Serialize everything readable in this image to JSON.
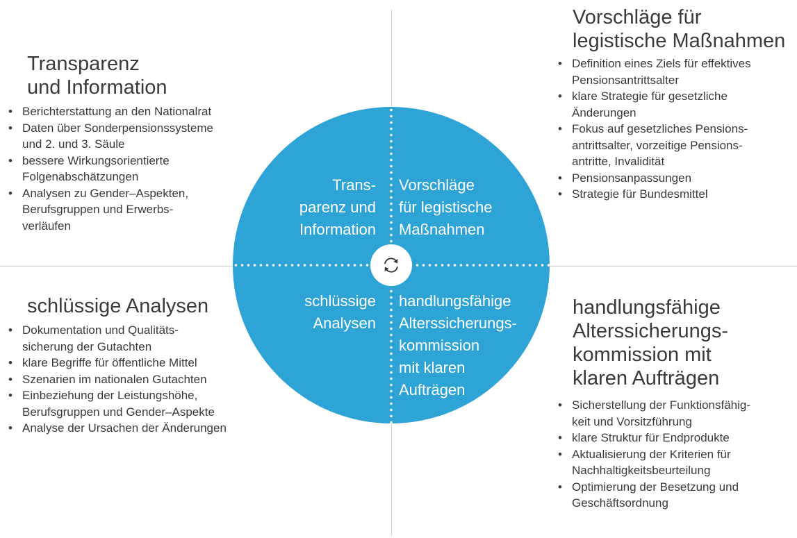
{
  "colors": {
    "circle": "#2ea3d6",
    "divider": "#cfcfcf",
    "text": "#3a3a3a"
  },
  "center": {
    "icon": "refresh-cycle-icon"
  },
  "circle": {
    "top_left": [
      "Trans-",
      "parenz und",
      "Information"
    ],
    "top_right": [
      "Vorschläge",
      "für legistische",
      "Maßnahmen"
    ],
    "bottom_left": [
      "schlüssige",
      "Analysen"
    ],
    "bottom_right": [
      "handlungsfähige",
      "Alterssicherungs-",
      "kommission",
      "mit klaren",
      "Aufträgen"
    ]
  },
  "quadrants": {
    "top_left": {
      "title": [
        "Transparenz",
        "und Information"
      ],
      "items": [
        [
          "Berichterstattung an den Nationalrat"
        ],
        [
          "Daten über Sonderpensionssysteme",
          "und 2. und 3. Säule"
        ],
        [
          "bessere Wirkungsorientierte",
          "Folgenabschätzungen"
        ],
        [
          "Analysen zu Gender–Aspekten,",
          "Berufsgruppen und Erwerbs-",
          "verläufen"
        ]
      ]
    },
    "top_right": {
      "title": [
        "Vorschläge für",
        "legistische Maßnahmen"
      ],
      "items": [
        [
          "Definition eines Ziels für effektives",
          "Pensionsantrittsalter"
        ],
        [
          "klare Strategie für gesetzliche",
          "Änderungen"
        ],
        [
          "Fokus auf gesetzliches Pensions-",
          "antrittsalter, vorzeitige Pensions-",
          "antritte, Invalidität"
        ],
        [
          "Pensionsanpassungen"
        ],
        [
          "Strategie für Bundesmittel"
        ]
      ]
    },
    "bottom_left": {
      "title": [
        "schlüssige Analysen"
      ],
      "items": [
        [
          "Dokumentation und Qualitäts-",
          "sicherung der Gutachten"
        ],
        [
          "klare Begriffe für öffentliche Mittel"
        ],
        [
          "Szenarien im nationalen Gutachten"
        ],
        [
          "Einbeziehung der Leistungshöhe,",
          "Berufsgruppen und Gender–Aspekte"
        ],
        [
          "Analyse der Ursachen der Änderungen"
        ]
      ]
    },
    "bottom_right": {
      "title": [
        "handlungsfähige",
        "Alterssicherungs-",
        "kommission mit",
        "klaren Aufträgen"
      ],
      "items": [
        [
          "Sicherstellung der Funktionsfähig-",
          "keit und Vorsitzführung"
        ],
        [
          "klare Struktur für Endprodukte"
        ],
        [
          "Aktualisierung der Kriterien für",
          "Nachhaltigkeitsbeurteilung"
        ],
        [
          "Optimierung der Besetzung und",
          "Geschäftsordnung"
        ]
      ]
    }
  }
}
